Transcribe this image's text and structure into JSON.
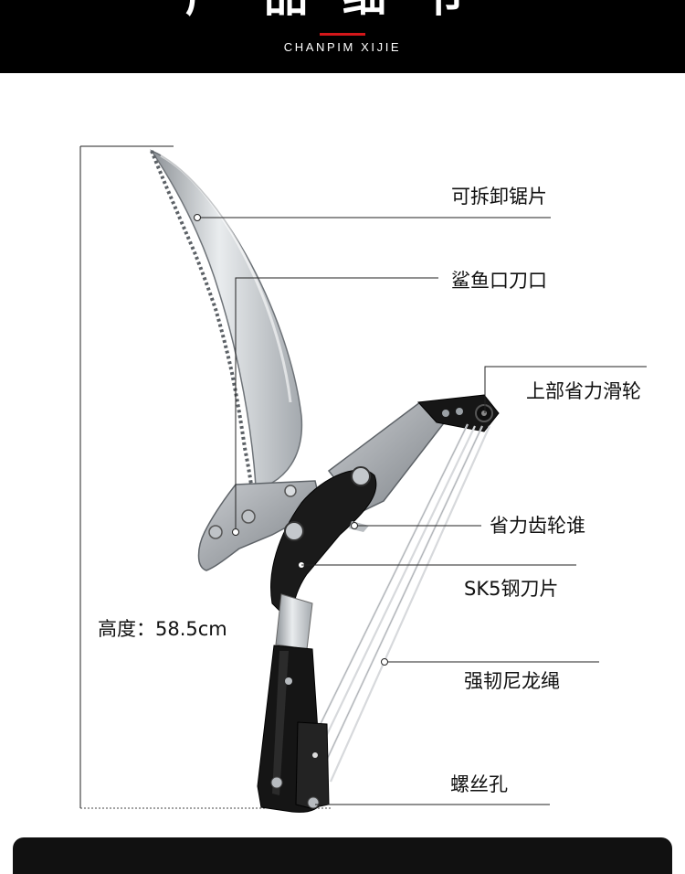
{
  "header": {
    "title": "产品细节",
    "subtitle": "CHANPIM XIJIE",
    "accent": "#d4171a"
  },
  "product": {
    "height_label": "高度：58.5cm",
    "callouts": [
      {
        "label": "可拆卸锯片"
      },
      {
        "label": "鲨鱼口刀口"
      },
      {
        "label": "上部省力滑轮"
      },
      {
        "label": "省力齿轮谁"
      },
      {
        "label": "SK5钢刀片"
      },
      {
        "label": "强韧尼龙绳"
      },
      {
        "label": "螺丝孔"
      }
    ]
  }
}
